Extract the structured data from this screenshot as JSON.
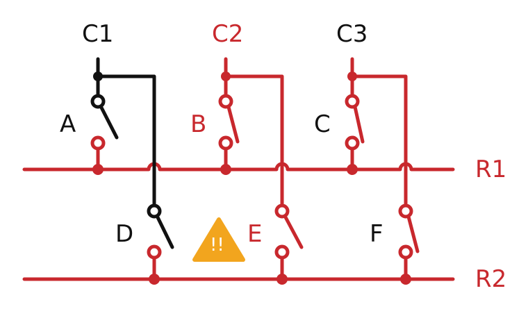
{
  "colors": {
    "active": "#c8282d",
    "inactive": "#111111",
    "warning": "#f2a51e",
    "warning_text": "#ffffff"
  },
  "columns": [
    {
      "label": "C1",
      "color": "#111111"
    },
    {
      "label": "C2",
      "color": "#c8282d"
    },
    {
      "label": "C3",
      "color": "#111111"
    }
  ],
  "rows": [
    {
      "label": "R1",
      "color": "#c8282d"
    },
    {
      "label": "R2",
      "color": "#c8282d"
    }
  ],
  "switches": [
    {
      "label": "A",
      "color": "#111111",
      "state": "open"
    },
    {
      "label": "B",
      "color": "#c8282d",
      "state": "closed"
    },
    {
      "label": "C",
      "color": "#111111",
      "state": "closed"
    },
    {
      "label": "D",
      "color": "#111111",
      "state": "open"
    },
    {
      "label": "E",
      "color": "#c8282d",
      "state": "open"
    },
    {
      "label": "F",
      "color": "#111111",
      "state": "closed"
    }
  ],
  "warning": {
    "icon": "warning-triangle-icon",
    "text": "!!"
  }
}
